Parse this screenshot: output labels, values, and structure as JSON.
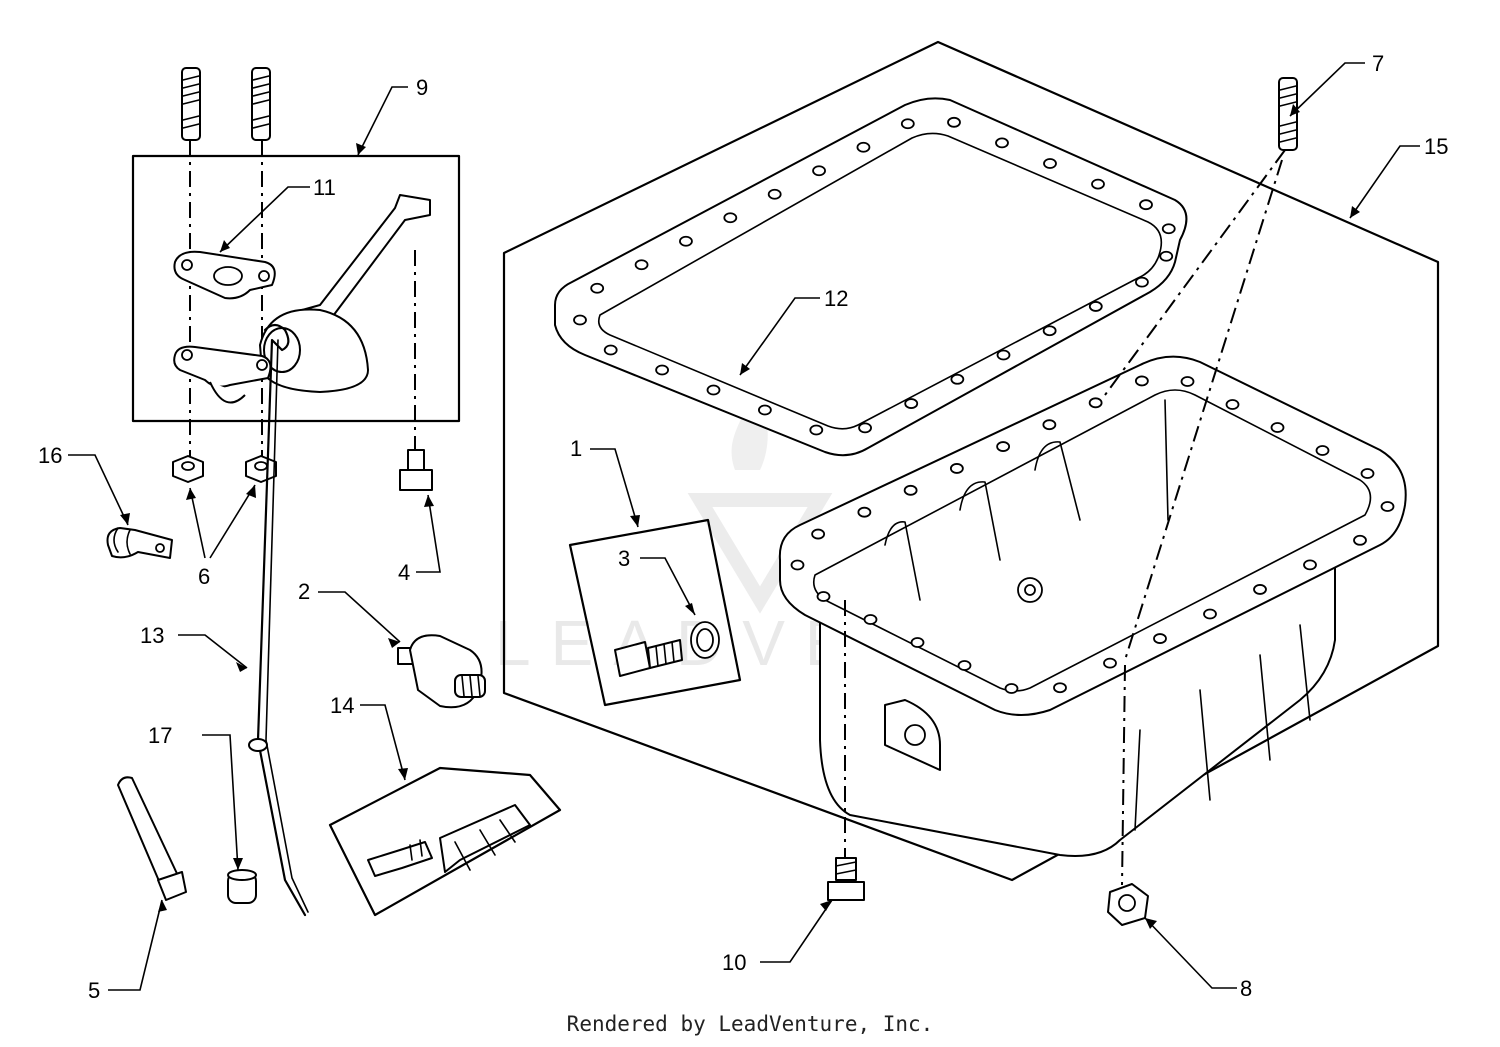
{
  "callouts": [
    {
      "id": "1",
      "label": "1"
    },
    {
      "id": "2",
      "label": "2"
    },
    {
      "id": "3",
      "label": "3"
    },
    {
      "id": "4",
      "label": "4"
    },
    {
      "id": "5",
      "label": "5"
    },
    {
      "id": "6",
      "label": "6"
    },
    {
      "id": "7",
      "label": "7"
    },
    {
      "id": "8",
      "label": "8"
    },
    {
      "id": "9",
      "label": "9"
    },
    {
      "id": "10",
      "label": "10"
    },
    {
      "id": "11",
      "label": "11"
    },
    {
      "id": "12",
      "label": "12"
    },
    {
      "id": "13",
      "label": "13"
    },
    {
      "id": "14",
      "label": "14"
    },
    {
      "id": "15",
      "label": "15"
    },
    {
      "id": "16",
      "label": "16"
    },
    {
      "id": "17",
      "label": "17"
    }
  ],
  "watermark": {
    "text": "LEADVENTURE"
  },
  "footer": {
    "text": "Rendered by LeadVenture, Inc."
  }
}
